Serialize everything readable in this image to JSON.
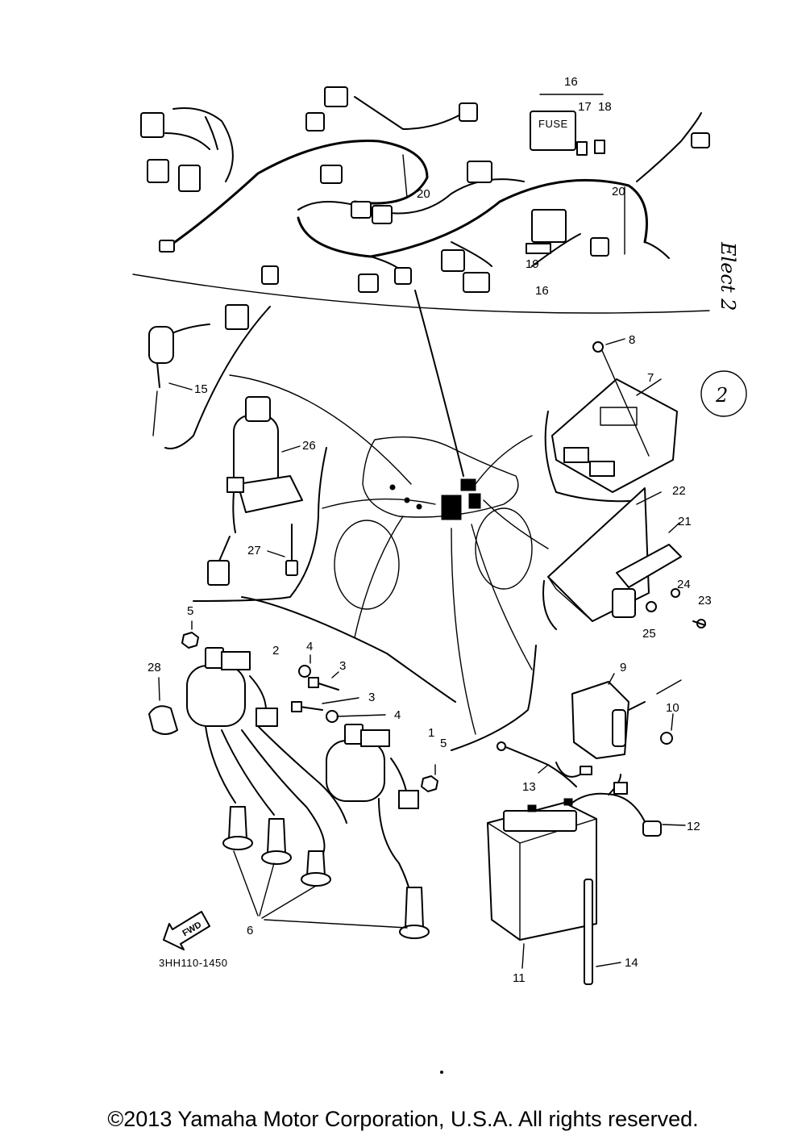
{
  "diagram_code": "3HH110-1450",
  "handwritten_note": "Elect 2",
  "handwritten_circled": "2",
  "fwd_label": "FWD",
  "copyright": "©2013 Yamaha Motor Corporation, U.S.A. All rights reserved.",
  "callouts": {
    "c1": "1",
    "c2": "2",
    "c3a": "3",
    "c3b": "3",
    "c4a": "4",
    "c4b": "4",
    "c5a": "5",
    "c5b": "5",
    "c6": "6",
    "c7": "7",
    "c8": "8",
    "c9": "9",
    "c10": "10",
    "c11": "11",
    "c12": "12",
    "c13": "13",
    "c14": "14",
    "c15": "15",
    "c16a": "16",
    "c16b": "16",
    "c17": "17",
    "c18": "18",
    "c19": "19",
    "c20a": "20",
    "c20b": "20",
    "c21": "21",
    "c22": "22",
    "c23": "23",
    "c24": "24",
    "c25": "25",
    "c26": "26",
    "c27": "27",
    "c28": "28"
  }
}
